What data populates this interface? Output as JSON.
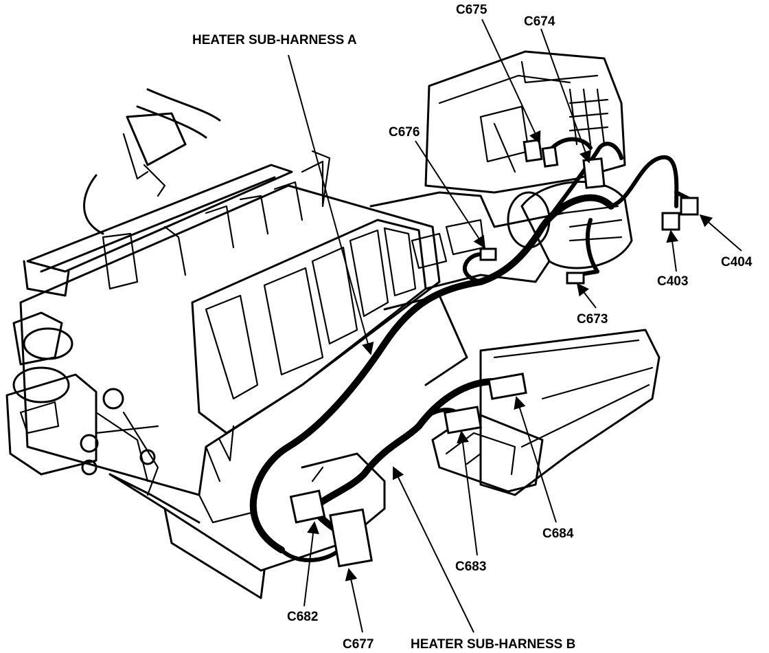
{
  "labels": {
    "harness_a": "HEATER SUB-HARNESS A",
    "harness_b": "HEATER SUB-HARNESS B",
    "c675": "C675",
    "c674": "C674",
    "c676": "C676",
    "c404": "C404",
    "c403": "C403",
    "c673": "C673",
    "c684": "C684",
    "c683": "C683",
    "c682": "C682",
    "c677": "C677"
  }
}
